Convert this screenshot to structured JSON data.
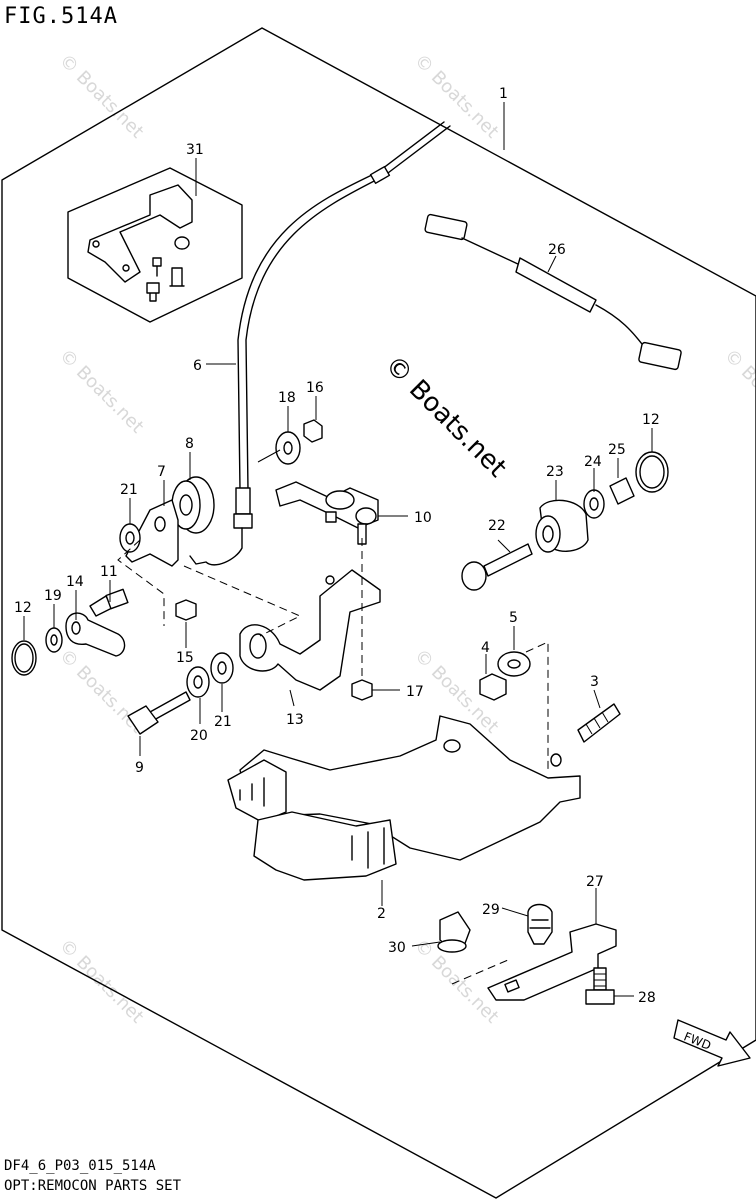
{
  "figure": {
    "title": "FIG.514A",
    "code": "DF4_6_P03_015_514A",
    "name": "OPT:REMOCON PARTS SET"
  },
  "watermark": {
    "small": "© Boats.net",
    "center": "© Boats.net"
  },
  "fwd_label": "FWD",
  "part_labels": {
    "p1": "1",
    "p2": "2",
    "p3": "3",
    "p4": "4",
    "p5": "5",
    "p6": "6",
    "p7": "7",
    "p8": "8",
    "p9": "9",
    "p10": "10",
    "p11": "11",
    "p12a": "12",
    "p12b": "12",
    "p13": "13",
    "p14": "14",
    "p15": "15",
    "p16": "16",
    "p17": "17",
    "p18": "18",
    "p19": "19",
    "p20": "20",
    "p21a": "21",
    "p21b": "21",
    "p22": "22",
    "p23": "23",
    "p24": "24",
    "p25": "25",
    "p26": "26",
    "p27": "27",
    "p28": "28",
    "p29": "29",
    "p30": "30",
    "p31": "31"
  }
}
